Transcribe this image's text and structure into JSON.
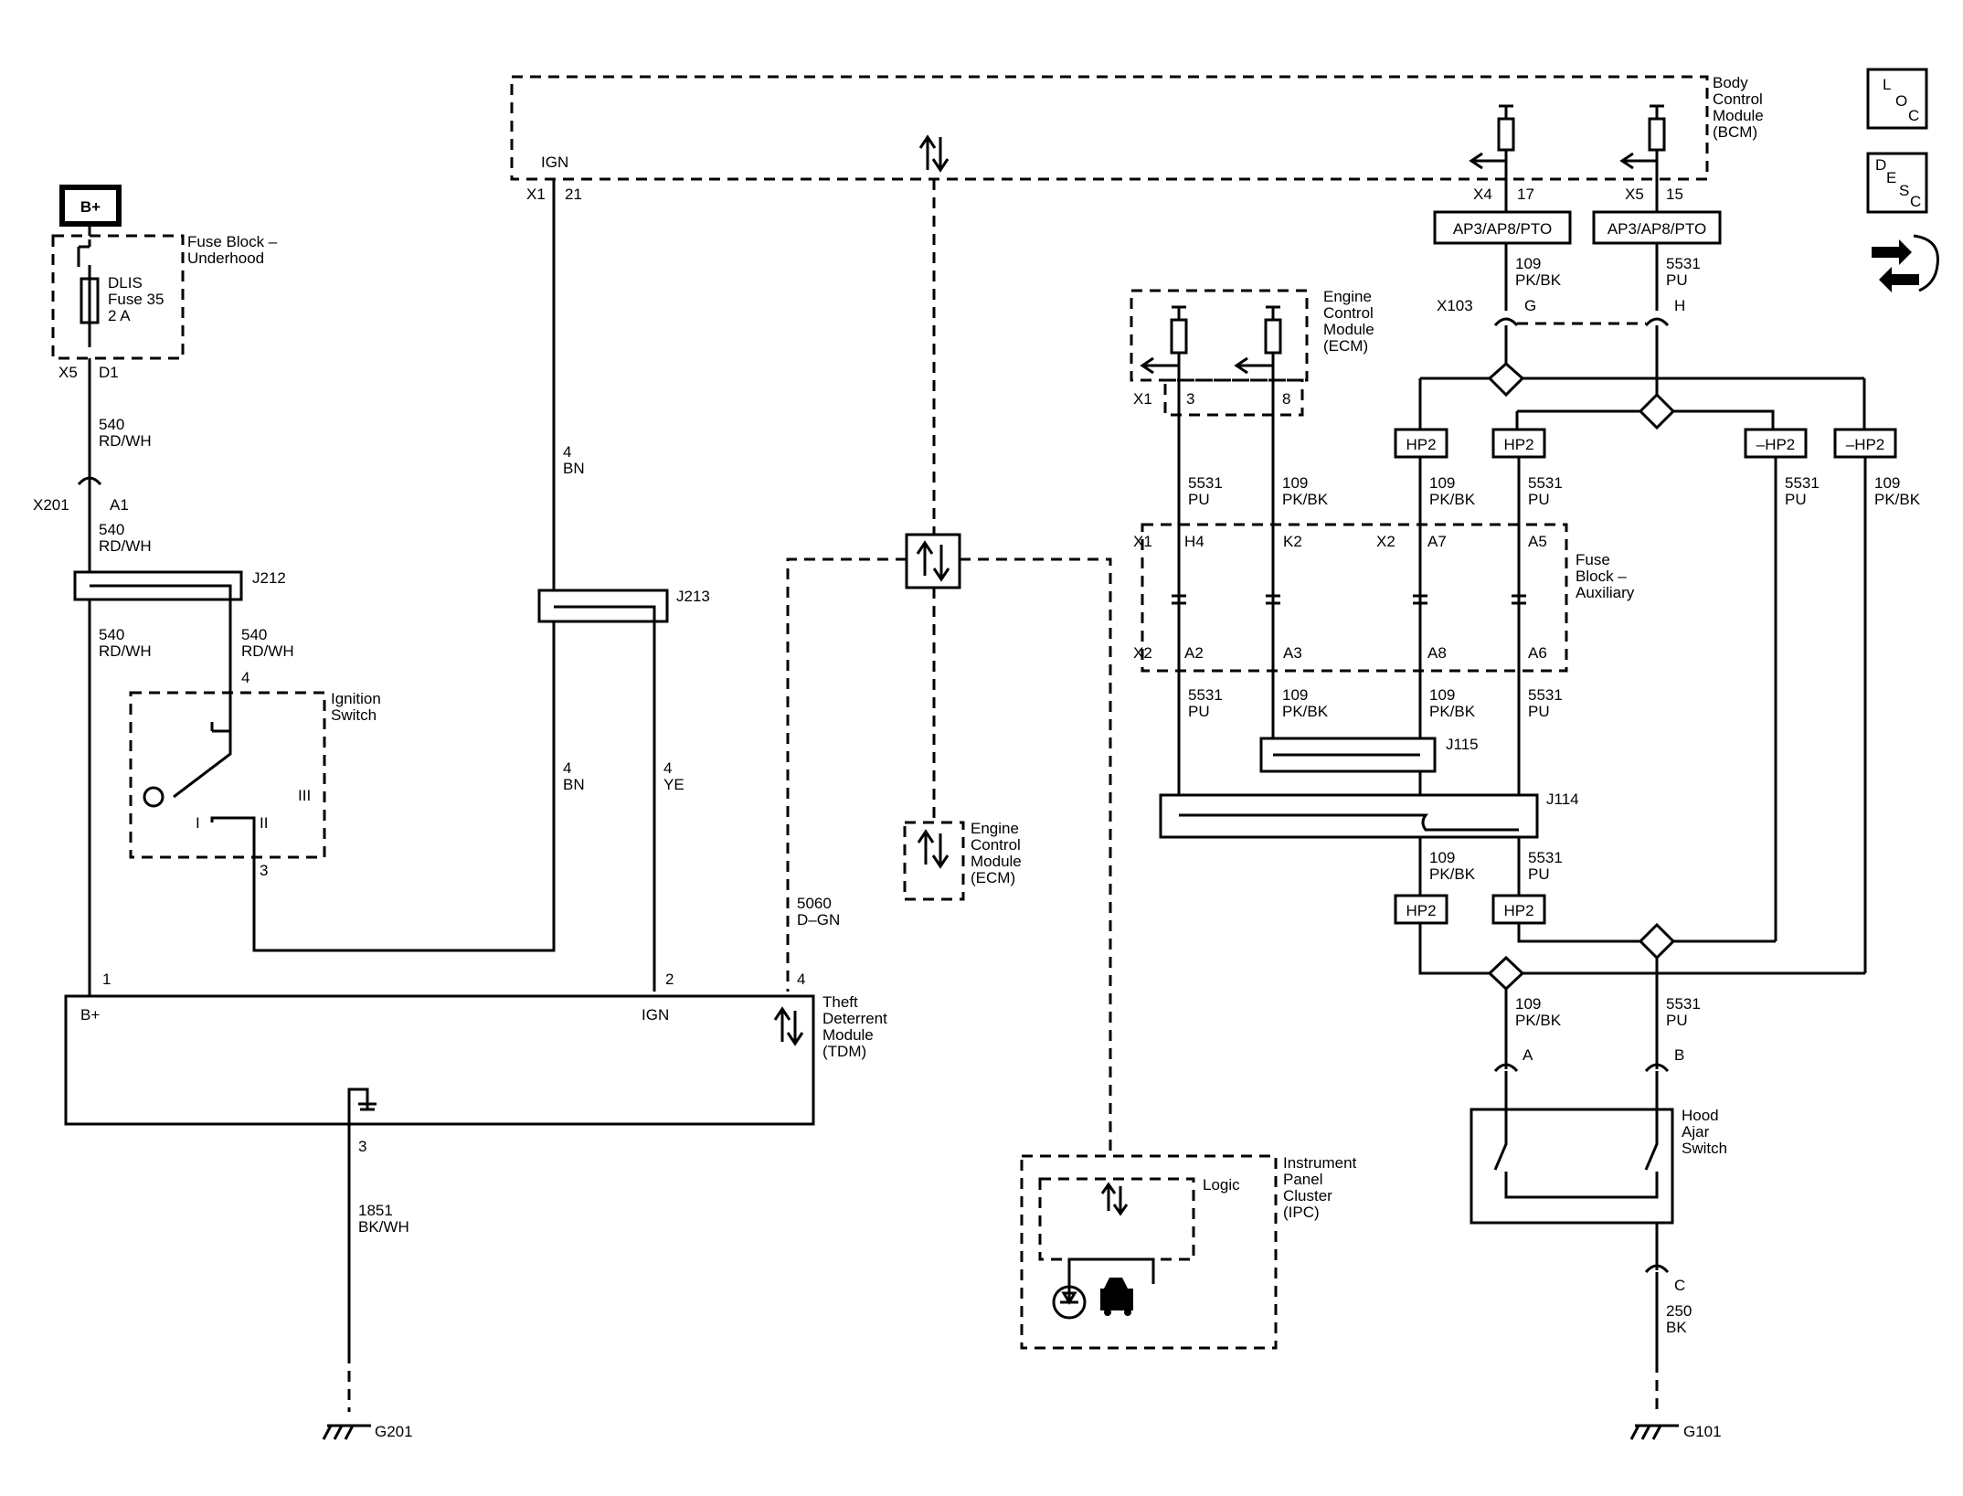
{
  "power": {
    "bplus_label": "B+"
  },
  "fuse_block_underhood": {
    "name": "Fuse Block –\nUnderhood",
    "fuse": "DLIS\nFuse 35\n2 A",
    "conn": "X5",
    "pin": "D1"
  },
  "wires": {
    "w540": "540\nRD/WH",
    "w4bn": "4\nBN",
    "w4ye": "4\nYE",
    "w5060": "5060\nD–GN",
    "w1851": "1851\nBK/WH",
    "w109": "109\nPK/BK",
    "w5531": "5531\nPU",
    "w250": "250\nBK"
  },
  "connectors": {
    "x201": "X201",
    "a1": "A1",
    "x1": "X1",
    "x2": "X2",
    "x4": "X4",
    "x5": "X5",
    "x103": "X103",
    "pin21": "21",
    "pin17": "17",
    "pin15": "15",
    "pin3": "3",
    "pin8": "8",
    "pinG": "G",
    "pinH": "H",
    "pinA": "A",
    "pinB": "B",
    "pinC": "C",
    "h4": "H4",
    "k2": "K2",
    "a7": "A7",
    "a5": "A5",
    "a2": "A2",
    "a3": "A3",
    "a8": "A8",
    "a6": "A6",
    "pin1": "1",
    "pin2": "2",
    "pin4": "4"
  },
  "splices": {
    "j212": "J212",
    "j213": "J213",
    "j115": "J115",
    "j114": "J114"
  },
  "ignition_switch": {
    "name": "Ignition\nSwitch",
    "pos1": "I",
    "pos2": "II",
    "pos3": "III"
  },
  "bcm": {
    "name": "Body\nControl\nModule\n(BCM)",
    "ign": "IGN"
  },
  "ecm": {
    "name": "Engine\nControl\nModule\n(ECM)"
  },
  "ecm2": {
    "name": "Engine\nControl\nModule\n(ECM)"
  },
  "fuse_block_aux": {
    "name": "Fuse\nBlock –\nAuxiliary"
  },
  "tdm": {
    "name": "Theft\nDeterrent\nModule\n(TDM)",
    "bplus": "B+",
    "ign": "IGN"
  },
  "ipc": {
    "name": "Instrument\nPanel\nCluster\n(IPC)",
    "logic": "Logic"
  },
  "hood_switch": {
    "name": "Hood\nAjar\nSwitch"
  },
  "options": {
    "ap": "AP3/AP8/PTO",
    "hp2": "HP2",
    "nhp2": "–HP2"
  },
  "grounds": {
    "g201": "G201",
    "g101": "G101"
  },
  "nav": {
    "loc": "LOC",
    "desc": "DESC"
  }
}
